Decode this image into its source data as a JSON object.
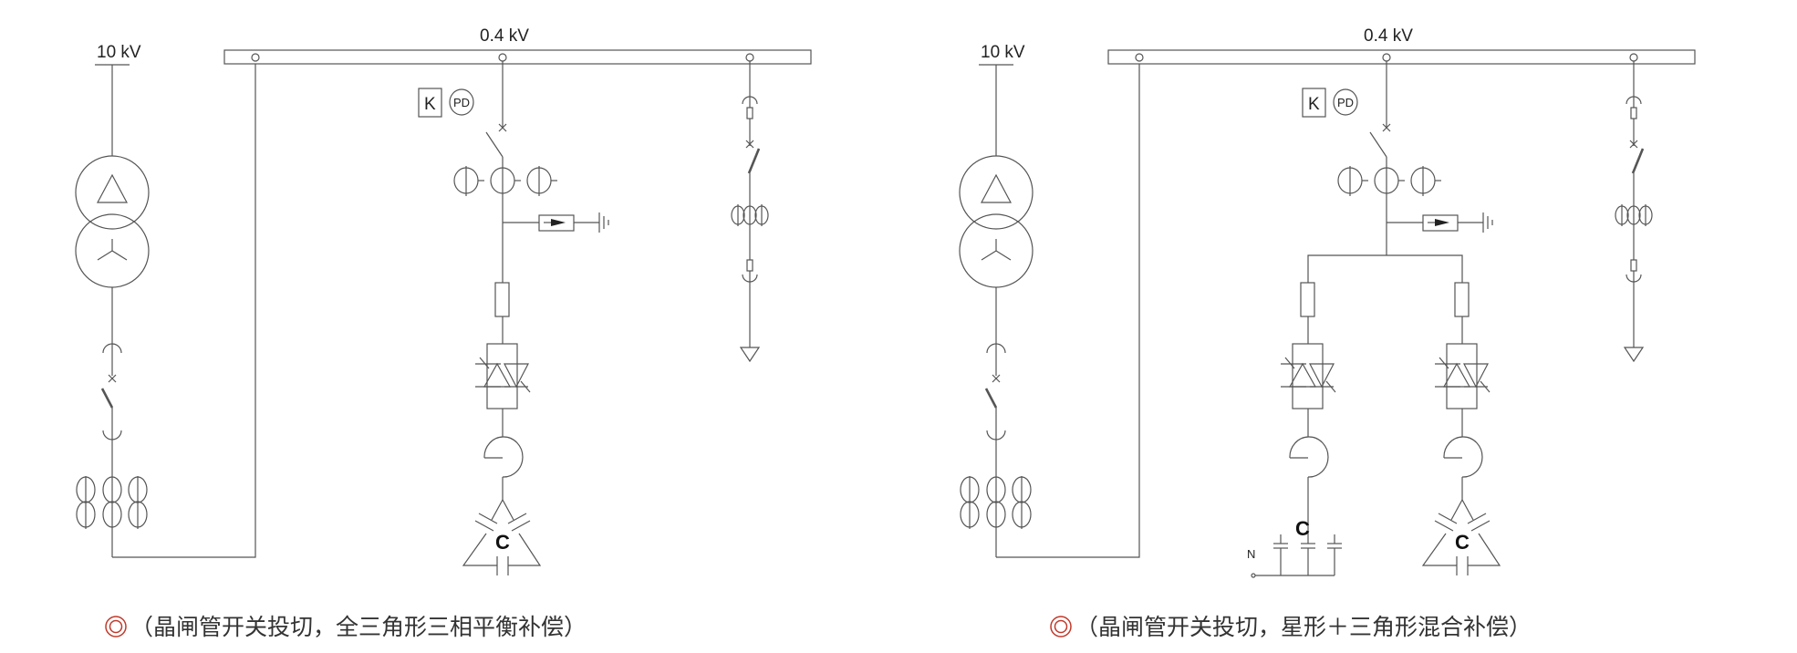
{
  "diagrams": [
    {
      "hv_label": "10 kV",
      "lv_label": "0.4 kV",
      "control_k": "K",
      "control_pd": "PD",
      "cap_label": "C",
      "caption": "（晶闸管开关投切，全三角形三相平衡补偿）"
    },
    {
      "hv_label": "10 kV",
      "lv_label": "0.4 kV",
      "control_k": "K",
      "control_pd": "PD",
      "cap_label_star": "C",
      "neutral_label": "N",
      "cap_label": "C",
      "caption": "（晶闸管开关投切，星形＋三角形混合补偿）"
    }
  ],
  "colors": {
    "line": "#555555",
    "caption_icon": "#c0392b"
  }
}
